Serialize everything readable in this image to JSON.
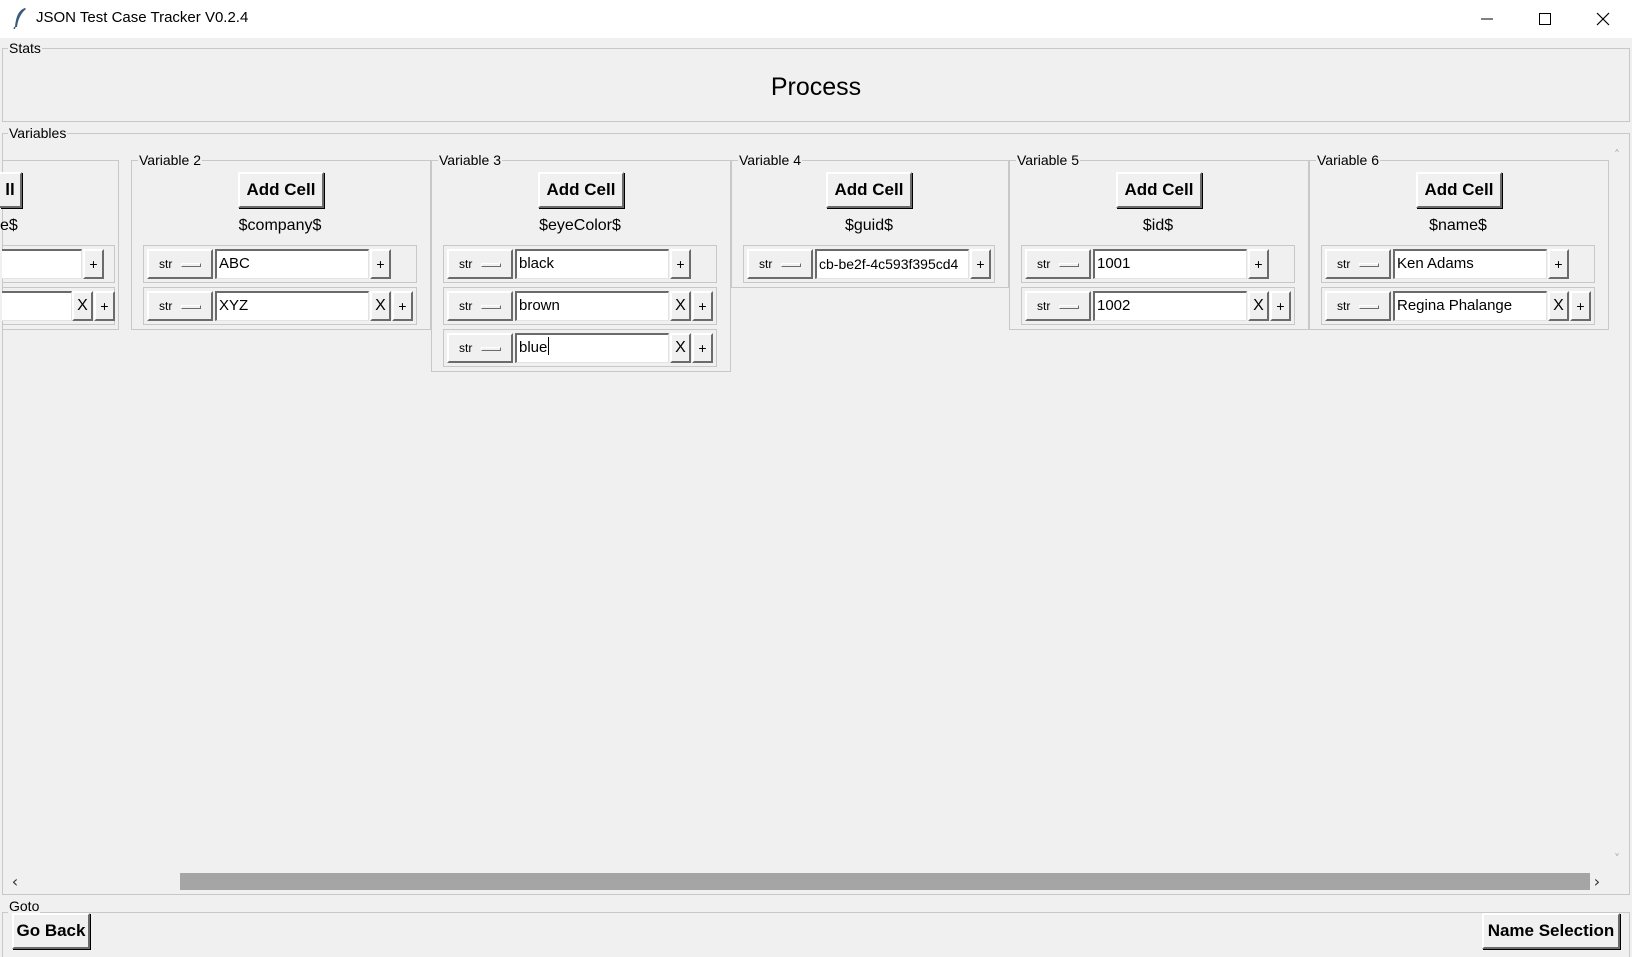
{
  "window": {
    "title": "JSON Test Case Tracker V0.2.4"
  },
  "stats": {
    "label": "Stats",
    "process_text": "Process"
  },
  "variables_frame": {
    "label": "Variables"
  },
  "partial_variable": {
    "add_label": "ll",
    "name": "e$",
    "rows": [
      {
        "value": "",
        "x": false
      },
      {
        "value": "",
        "x": true
      }
    ]
  },
  "variables": [
    {
      "label": "Variable 2",
      "add_label": "Add Cell",
      "name": "$company$",
      "rows": [
        {
          "type": "str",
          "value": "ABC",
          "x": false
        },
        {
          "type": "str",
          "value": "XYZ",
          "x": true
        }
      ]
    },
    {
      "label": "Variable 3",
      "add_label": "Add Cell",
      "name": "$eyeColor$",
      "rows": [
        {
          "type": "str",
          "value": "black",
          "x": false
        },
        {
          "type": "str",
          "value": "brown",
          "x": true
        },
        {
          "type": "str",
          "value": "blue",
          "x": true
        }
      ]
    },
    {
      "label": "Variable 4",
      "add_label": "Add Cell",
      "name": "$guid$",
      "rows": [
        {
          "type": "str",
          "value": "cb-be2f-4c593f395cd4",
          "x": false
        }
      ]
    },
    {
      "label": "Variable 5",
      "add_label": "Add Cell",
      "name": "$id$",
      "rows": [
        {
          "type": "str",
          "value": "1001",
          "x": false
        },
        {
          "type": "str",
          "value": "1002",
          "x": true
        }
      ]
    },
    {
      "label": "Variable 6",
      "add_label": "Add Cell",
      "name": "$name$",
      "rows": [
        {
          "type": "str",
          "value": "Ken Adams",
          "x": false
        },
        {
          "type": "str",
          "value": "Regina Phalange",
          "x": true
        }
      ]
    }
  ],
  "buttons": {
    "remove": "X",
    "add": "+"
  },
  "goto": {
    "label": "Goto",
    "back": "Go Back",
    "next": "Name Selection"
  }
}
